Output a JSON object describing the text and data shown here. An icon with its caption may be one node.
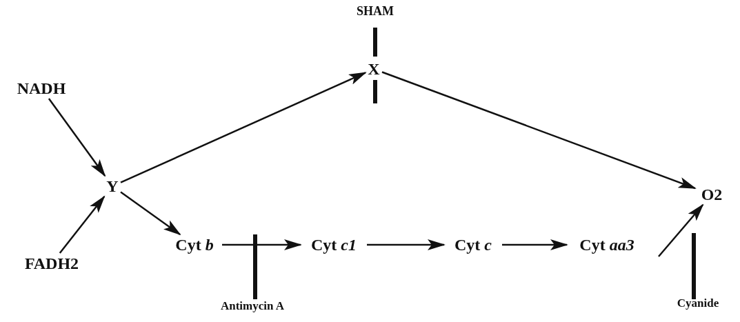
{
  "diagram": {
    "nodes": [
      {
        "text": [
          "NADH"
        ]
      },
      {
        "text": [
          "FADH2"
        ]
      },
      {
        "text": [
          "Y"
        ]
      },
      {
        "text": [
          "X"
        ]
      },
      {
        "text": [
          "O2"
        ]
      },
      {
        "text": [
          "Cyt *b*"
        ]
      },
      {
        "text": [
          "Cyt *c1*"
        ]
      },
      {
        "text": [
          "Cyt *c*"
        ]
      },
      {
        "text": [
          "Cyt *aa3*"
        ]
      }
    ],
    "edges": [
      {
        "from": 0,
        "to": 2,
        "arrow": "to"
      },
      {
        "from": 1,
        "to": 2,
        "arrow": "to"
      },
      {
        "from": 2,
        "to": 3,
        "arrow": "to"
      },
      {
        "from": 3,
        "to": 4,
        "arrow": "to"
      },
      {
        "from": 2,
        "to": 5,
        "arrow": "to"
      },
      {
        "from": 5,
        "to": 6,
        "arrow": "to"
      },
      {
        "from": 6,
        "to": 7,
        "arrow": "to"
      },
      {
        "from": 7,
        "to": 8,
        "arrow": "to"
      },
      {
        "from": 8,
        "to": 4,
        "arrow": "to"
      }
    ],
    "labels": [
      "SHAM",
      "Antimycin A",
      "Cyanide"
    ]
  }
}
